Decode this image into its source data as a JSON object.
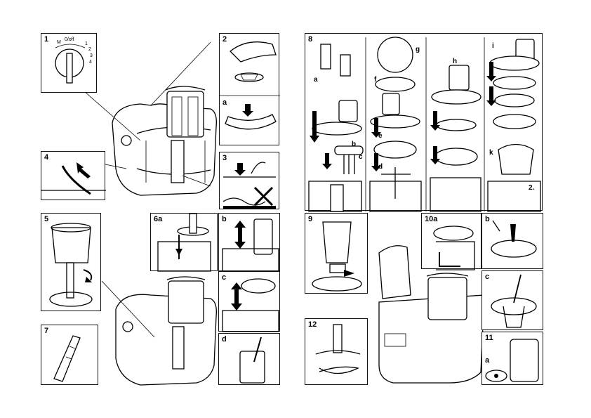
{
  "labels": {
    "p1": "1",
    "p2": "2",
    "p2a": "a",
    "p3": "3",
    "p4": "4",
    "p5": "5",
    "p6a": "6a",
    "p6b": "b",
    "p6c": "c",
    "p6d": "d",
    "p7": "7",
    "p8": "8",
    "p8a": "a",
    "p8b": "b",
    "p8c": "c",
    "p8d": "d",
    "p8e": "e",
    "p8f": "f",
    "p8g": "g",
    "p8h": "h",
    "p8i": "i",
    "p8k": "k",
    "p8_2": "2.",
    "p9": "9",
    "p10a": "10a",
    "p10b": "b",
    "p10c": "c",
    "p11": "11",
    "p11a": "a",
    "p12": "12"
  },
  "dial": {
    "m": "M",
    "off": "0/off",
    "s1": "1",
    "s2": "2",
    "s3": "3",
    "s4": "4"
  },
  "colors": {
    "ink": "#000000",
    "paper": "#ffffff"
  }
}
